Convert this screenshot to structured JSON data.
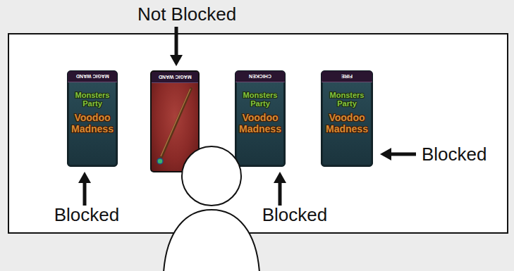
{
  "diagram": {
    "nodes": [
      {
        "text": [
          "MAGIC WAND",
          "Monsters Party",
          "Voodoo Madness"
        ]
      },
      {
        "text": [
          "MAGIC WAND"
        ]
      },
      {
        "text": [
          "CHICKEN",
          "Monsters Party",
          "Voodoo Madness"
        ]
      },
      {
        "text": [
          "FIRE",
          "Monsters Party",
          "Voodoo Madness"
        ]
      }
    ],
    "labels": [
      "Not Blocked",
      "Blocked",
      "Blocked",
      "Blocked"
    ]
  }
}
